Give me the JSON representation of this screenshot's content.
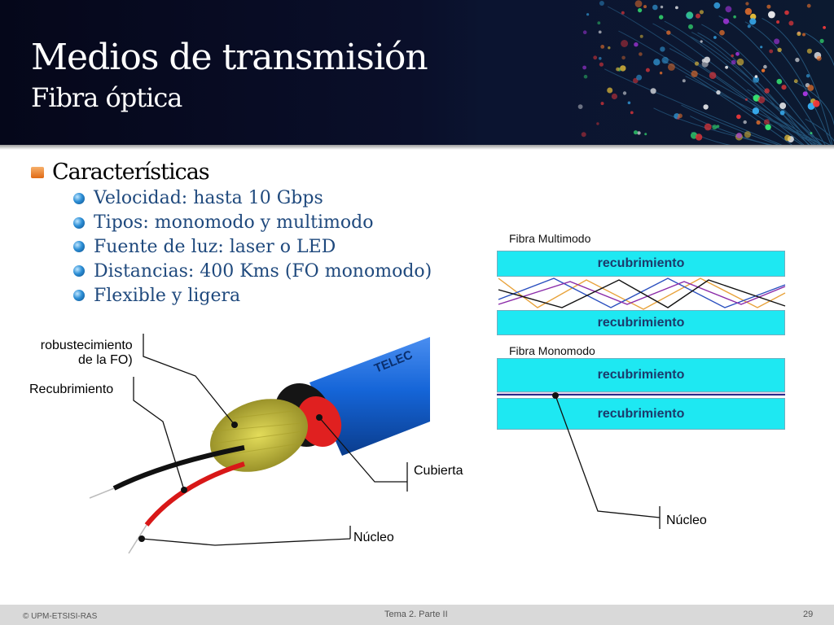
{
  "header": {
    "title": "Medios de transmisión",
    "subtitle": "Fibra óptica"
  },
  "content": {
    "heading": "Características",
    "items": [
      "Velocidad: hasta 10 Gbps",
      "Tipos:  monomodo y multimodo",
      "Fuente de luz: laser o LED",
      "Distancias: 400 Kms (FO monomodo)",
      "Flexible y ligera"
    ]
  },
  "cable_figure": {
    "label_strength_line1": "robustecimiento",
    "label_strength_line2": "de la FO)",
    "label_coating": "Recubrimiento",
    "label_jacket": "Cubierta",
    "label_core": "Núcleo",
    "cable_print": "TELEC",
    "colors": {
      "jacket": "#1565d8",
      "coating": "#e02020",
      "fibers": "#c9c23a"
    }
  },
  "mode_diagram": {
    "multimode_title": "Fibra Multimodo",
    "multimode_top": "recubrimiento",
    "multimode_bottom": "recubrimiento",
    "singlemode_title": "Fibra Monomodo",
    "singlemode_top": "recubrimiento",
    "singlemode_bottom": "recubrimiento",
    "core_label": "Núcleo",
    "colors": {
      "band": "#1ee8f2",
      "band_text": "#1b3a6b"
    }
  },
  "footer": {
    "left": "© UPM-ETSISI-RAS",
    "center": "Tema 2. Parte II",
    "page": "29"
  }
}
